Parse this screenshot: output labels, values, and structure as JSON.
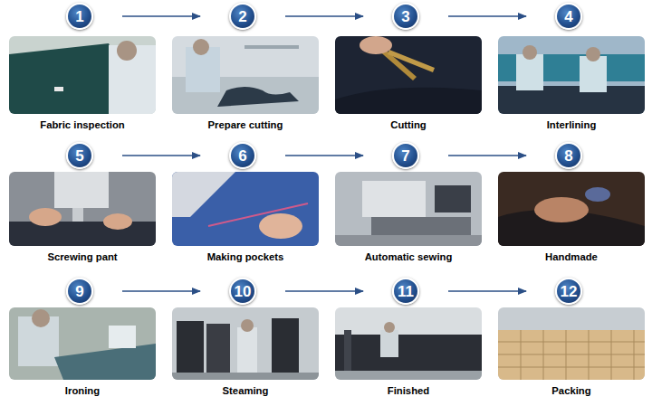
{
  "diagram": {
    "nodes": [
      {
        "text": [
          "1"
        ]
      },
      {
        "text": [
          "Fabric inspection"
        ]
      },
      {
        "text": [
          "2"
        ]
      },
      {
        "text": [
          "Prepare cutting"
        ]
      },
      {
        "text": [
          "3"
        ]
      },
      {
        "text": [
          "Cutting"
        ]
      },
      {
        "text": [
          "4"
        ]
      },
      {
        "text": [
          "Interlining"
        ]
      },
      {
        "text": [
          "5"
        ]
      },
      {
        "text": [
          "Screwing pant"
        ]
      },
      {
        "text": [
          "6"
        ]
      },
      {
        "text": [
          "Making pockets"
        ]
      },
      {
        "text": [
          "7"
        ]
      },
      {
        "text": [
          "Automatic sewing"
        ]
      },
      {
        "text": [
          "8"
        ]
      },
      {
        "text": [
          "Handmade"
        ]
      },
      {
        "text": [
          "9"
        ]
      },
      {
        "text": [
          "Ironing"
        ]
      },
      {
        "text": [
          "10"
        ]
      },
      {
        "text": [
          "Steaming"
        ]
      },
      {
        "text": [
          "11"
        ]
      },
      {
        "text": [
          "Finished"
        ]
      },
      {
        "text": [
          "12"
        ]
      },
      {
        "text": [
          "Packing"
        ]
      }
    ],
    "edges": [
      {
        "from": 0,
        "to": 2,
        "arrow": "to"
      },
      {
        "from": 2,
        "to": 4,
        "arrow": "to"
      },
      {
        "from": 4,
        "to": 6,
        "arrow": "to"
      },
      {
        "from": 8,
        "to": 10,
        "arrow": "to"
      },
      {
        "from": 10,
        "to": 12,
        "arrow": "to"
      },
      {
        "from": 12,
        "to": 14,
        "arrow": "to"
      },
      {
        "from": 16,
        "to": 18,
        "arrow": "to"
      },
      {
        "from": 18,
        "to": 20,
        "arrow": "to"
      },
      {
        "from": 20,
        "to": 22,
        "arrow": "to"
      }
    ]
  }
}
